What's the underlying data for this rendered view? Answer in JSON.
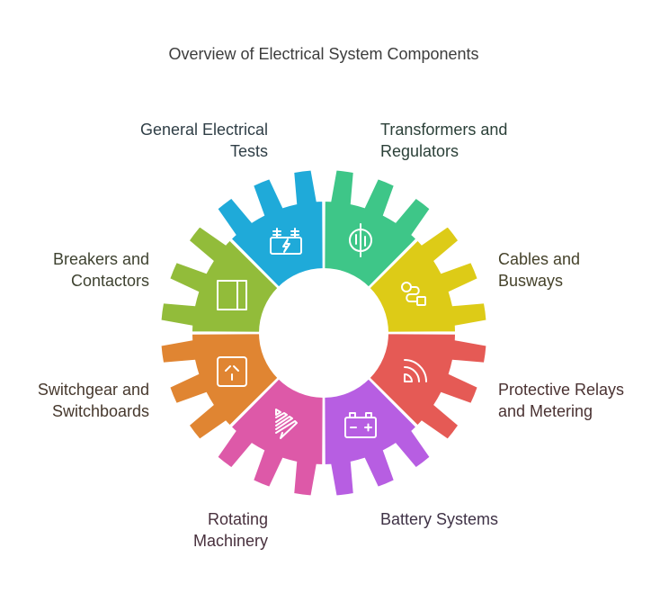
{
  "title": "Overview of Electrical System Components",
  "segments": [
    {
      "id": "general-electrical-tests",
      "label": "General Electrical\nTests",
      "color": "#1faad9",
      "text_color": "#2f3e46",
      "icon": "substation-bolt-icon"
    },
    {
      "id": "transformers-and-regulators",
      "label": "Transformers and\nRegulators",
      "color": "#3ec688",
      "text_color": "#2b4038",
      "icon": "phase-circle-icon"
    },
    {
      "id": "cables-and-busways",
      "label": "Cables and\nBusways",
      "color": "#ddcb17",
      "text_color": "#45422a",
      "icon": "route-icon"
    },
    {
      "id": "protective-relays-and-metering",
      "label": "Protective Relays\nand Metering",
      "color": "#e55a55",
      "text_color": "#4a3232",
      "icon": "signal-waves-icon"
    },
    {
      "id": "battery-systems",
      "label": "Battery Systems",
      "color": "#b75ee2",
      "text_color": "#3f3246",
      "icon": "battery-icon"
    },
    {
      "id": "rotating-machinery",
      "label": "Rotating\nMachinery",
      "color": "#dd59a8",
      "text_color": "#48303d",
      "icon": "zigzag-triangle-icon"
    },
    {
      "id": "switchgear-and-switchboards",
      "label": "Switchgear and\nSwitchboards",
      "color": "#e08532",
      "text_color": "#46382d",
      "icon": "outlet-icon"
    },
    {
      "id": "breakers-and-contactors",
      "label": "Breakers and\nContactors",
      "color": "#92bc3a",
      "text_color": "#3e4230",
      "icon": "panel-split-icon"
    }
  ]
}
